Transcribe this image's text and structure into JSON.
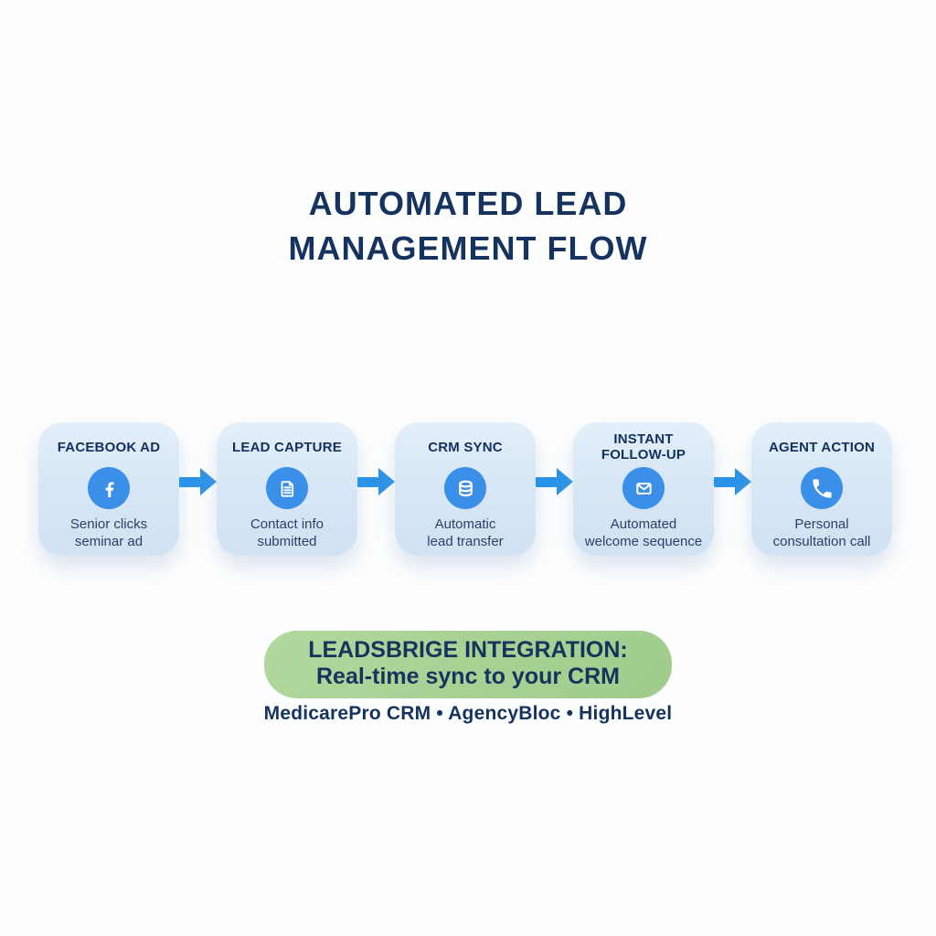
{
  "title": {
    "line1": "AUTOMATED LEAD",
    "line2": "MANAGEMENT FLOW"
  },
  "flow": {
    "steps": [
      {
        "title": "FACEBOOK AD",
        "icon": "facebook-icon",
        "description": "Senior clicks\nseminar ad"
      },
      {
        "title": "LEAD CAPTURE",
        "icon": "document-icon",
        "description": "Contact info\nsubmitted"
      },
      {
        "title": "CRM SYNC",
        "icon": "database-icon",
        "description": "Automatic\nlead transfer"
      },
      {
        "title": "INSTANT\nFOLLOW-UP",
        "icon": "envelope-icon",
        "description": "Automated\nwelcome sequence"
      },
      {
        "title": "AGENT ACTION",
        "icon": "phone-icon",
        "description": "Personal\nconsultation call"
      }
    ]
  },
  "integration": {
    "line1": "LEADSBRIGE INTEGRATION:",
    "line2": "Real-time sync to your CRM",
    "providers": "MedicarePro CRM • AgencyBloc • HighLevel"
  },
  "colors": {
    "navy_text": "#16325e",
    "card_background": "#d7e7f6",
    "icon_circle_blue": "#3a8fe8",
    "arrow_blue": "#2b93e7",
    "pill_green": "#a6d193",
    "page_background": "#fdfefe"
  }
}
